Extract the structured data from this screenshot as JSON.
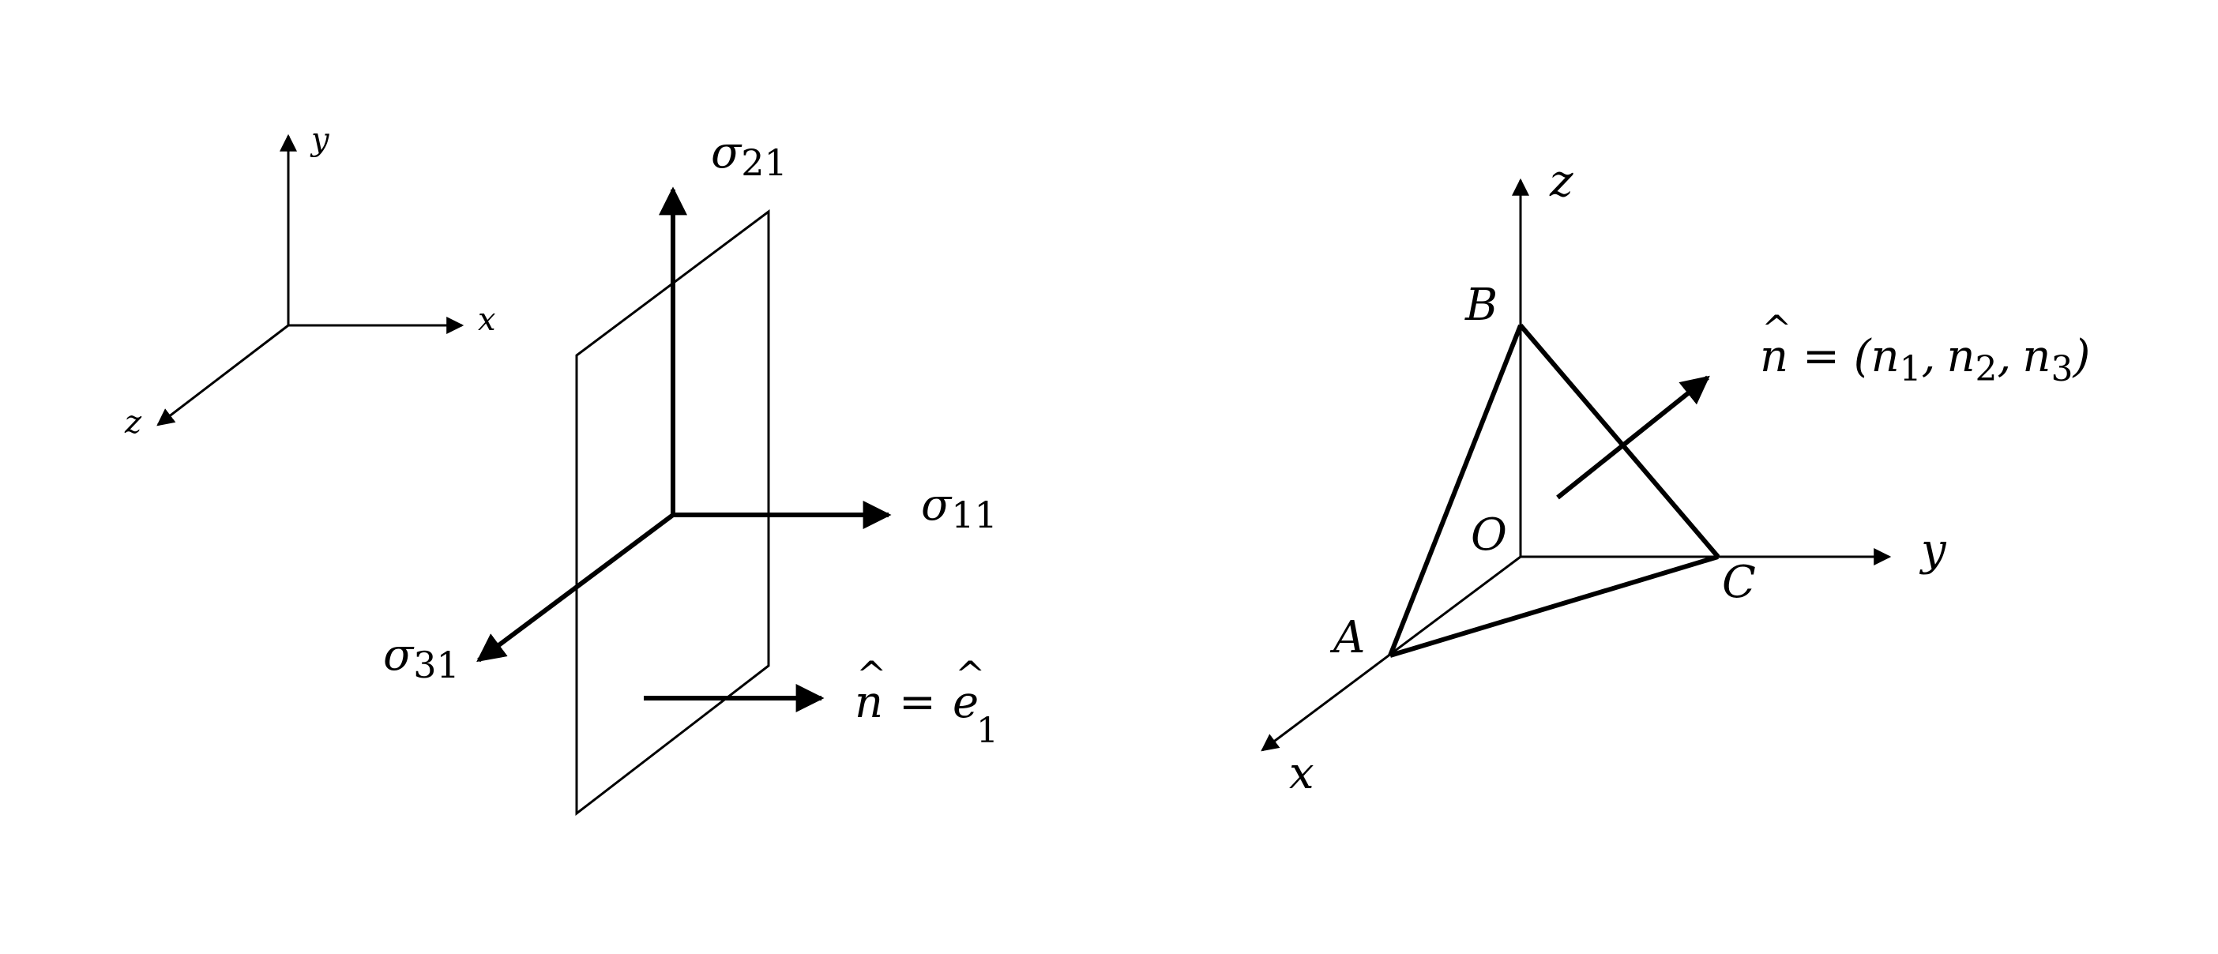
{
  "left_axes": {
    "x": "x",
    "y": "y",
    "z": "z"
  },
  "stress_diagram": {
    "sigma": "σ",
    "s11": "11",
    "s21": "21",
    "s31": "31",
    "normal_lhs": "n",
    "hat": "^",
    "eq": "=",
    "normal_rhs": "e",
    "normal_sub": "1"
  },
  "tetrahedron": {
    "axis_x": "x",
    "axis_y": "y",
    "axis_z": "z",
    "origin": "O",
    "A": "A",
    "B": "B",
    "C": "C",
    "normal_lhs": "n",
    "hat": "^",
    "eq": "= (",
    "n": "n",
    "sub1": "1",
    "sub2": "2",
    "sub3": "3",
    "comma": ",",
    "close": ")"
  }
}
